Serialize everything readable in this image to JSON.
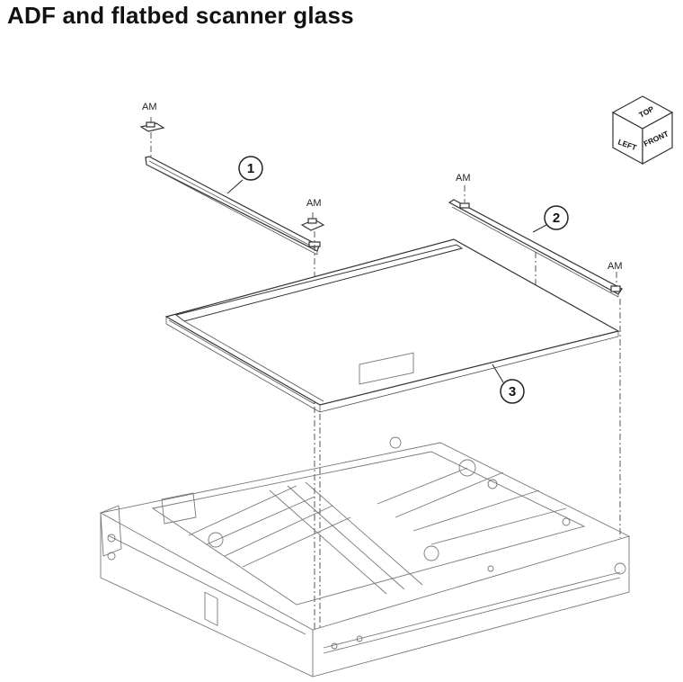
{
  "title": "ADF and flatbed scanner glass",
  "orientation_cube": {
    "top": "TOP",
    "left": "LEFT",
    "front": "FRONT"
  },
  "labels": {
    "am_1": "AM",
    "am_2": "AM",
    "am_3": "AM",
    "am_4": "AM"
  },
  "callouts": {
    "c1": "1",
    "c2": "2",
    "c3": "3"
  }
}
